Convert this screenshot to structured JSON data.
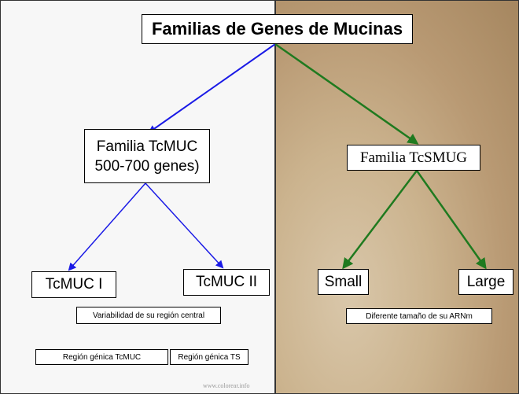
{
  "colors": {
    "blue_arrow": "#1a1ae6",
    "green_arrow": "#1f7a1f"
  },
  "title": "Familias de Genes de Mucinas",
  "tcmuc_family": {
    "line1": "Familia TcMUC",
    "line2": "500-700 genes)"
  },
  "tcsmug_family": "Familia TcSMUG",
  "tcmuc_children": [
    "TcMUC I",
    "TcMUC II"
  ],
  "tcsmug_children": [
    "Small",
    "Large"
  ],
  "notes": {
    "tcmuc_variability": "Variabilidad de su región central",
    "tcsmug_size": "Diferente tamaño de su ARNm",
    "region_tcmuc": "Región génica TcMUC",
    "region_ts": "Región génica TS"
  },
  "watermark": "www.colorear.info"
}
